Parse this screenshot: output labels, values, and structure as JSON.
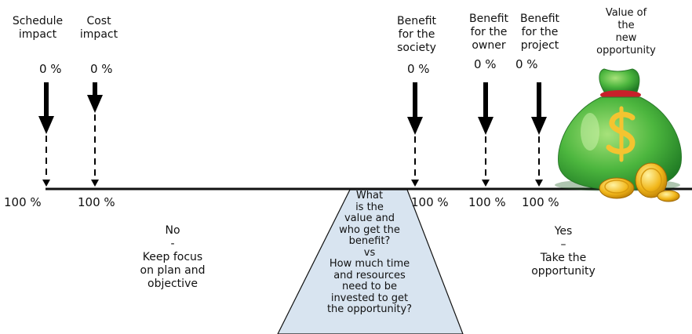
{
  "factors": [
    {
      "label": "Schedule\nimpact",
      "top_value": "0 %",
      "bottom_value": "100 %"
    },
    {
      "label": "Cost\nimpact",
      "top_value": "0 %",
      "bottom_value": "100 %"
    },
    {
      "label": "Benefit\nfor the\nsociety",
      "top_value": "0 %",
      "bottom_value": "100 %"
    },
    {
      "label": "Benefit\nfor the\nowner",
      "top_value": "0 %",
      "bottom_value": "100 %"
    },
    {
      "label": "Benefit\nfor the\nproject",
      "top_value": "0 %",
      "bottom_value": "100 %"
    }
  ],
  "opportunity_label": "Value of\nthe\nnew\nopportunity",
  "left_outcome": "No\n-\nKeep focus\non plan and\nobjective",
  "right_outcome": "Yes\n–\nTake the\nopportunity",
  "fulcrum_text": "What\nis the\nvalue and\nwho get the\nbenefit?\nvs\nHow much time\nand resources\nneed to be\ninvested to get\nthe opportunity?",
  "colors": {
    "fulcrum_fill": "#d8e4f0",
    "bag_green": "#4cb63e",
    "bag_tie": "#c8202a",
    "coin_gold": "#f1b619",
    "dollar_gold": "#f4c430",
    "arrow": "#000000",
    "beam": "#111111"
  },
  "icons": [
    "money-bag-icon",
    "dollar-sign-icon",
    "gold-coins-icon"
  ]
}
